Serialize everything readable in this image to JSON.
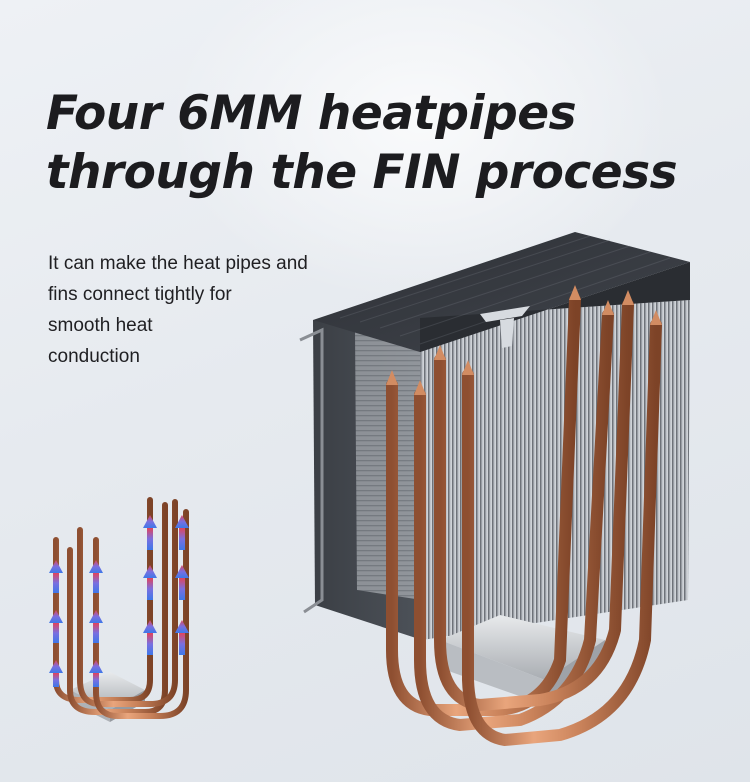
{
  "headline": {
    "line1": "Four 6MM heatpipes",
    "line2": "through the FIN process"
  },
  "description": {
    "line1": "It can make the heat pipes and",
    "line2": "fins connect tightly for",
    "line3": "smooth heat",
    "line4": "conduction"
  },
  "colors": {
    "background": "#e6eaef",
    "text": "#1c1c1f",
    "copper": "#c9825a",
    "heat_arrow_blue": "#3e78e8",
    "heat_arrow_red": "#e2435b"
  }
}
